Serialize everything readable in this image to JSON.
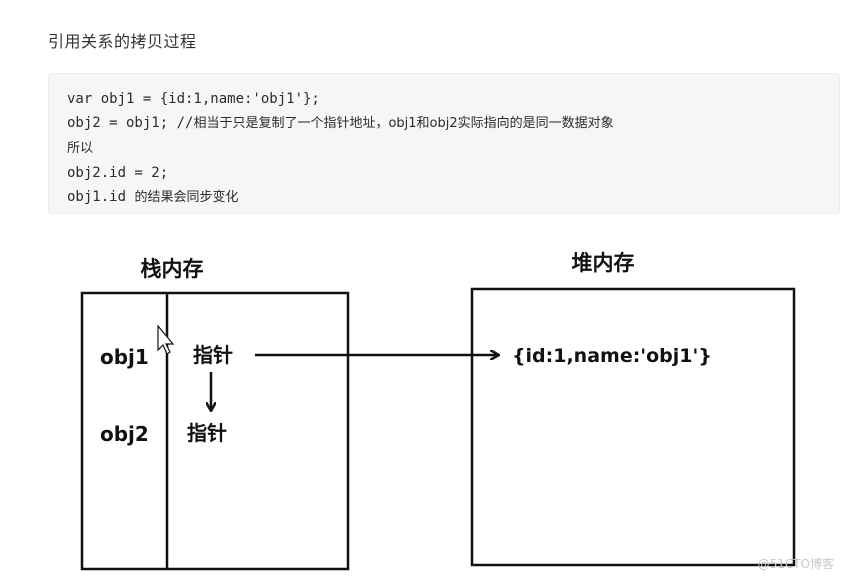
{
  "heading": "引用关系的拷贝过程",
  "code": {
    "line1": "var obj1 = {id:1,name:'obj1'};",
    "line2_code": "obj2 = obj1; //",
    "line2_comment": "相当于只是复制了一个指针地址，obj1和obj2实际指向的是同一数据对象",
    "line3": "所以",
    "line4": "obj2.id = 2;",
    "line5_code": "obj1.id ",
    "line5_comment": "的结果会同步变化"
  },
  "diagram": {
    "stack_title": "栈内存",
    "heap_title": "堆内存",
    "obj1_label": "obj1",
    "obj2_label": "obj2",
    "pointer1_label": "指针",
    "pointer2_label": "指针",
    "heap_object": "{id:1,name:'obj1'}",
    "icons": [
      "cursor-arrow-icon"
    ]
  },
  "watermark": "@51CTO博客"
}
